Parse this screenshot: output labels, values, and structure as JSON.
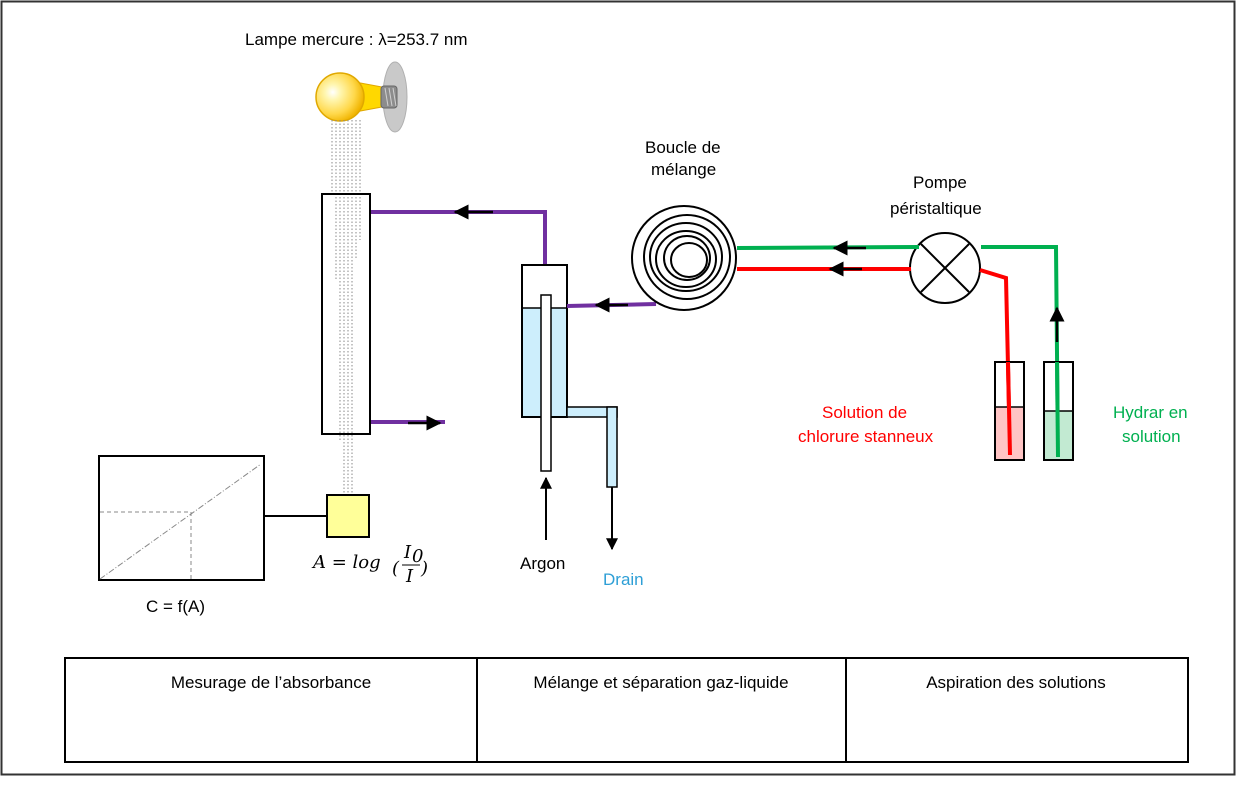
{
  "diagram": {
    "title": "Schéma de principe — spectrométrie d'absorption atomique à vapeur froide",
    "colors": {
      "frame": "#000000",
      "lamp_yellow": "#f9d423",
      "lamp_socket": "#9a9a9a",
      "purple_tube": "#7030a0",
      "green_tube": "#00b050",
      "red_tube": "#ff0000",
      "liquid_blue": "#cdeefc",
      "detector_yellow": "#ffff99",
      "red_liquid": "#ffc4c4",
      "green_liquid": "#c2ead2",
      "drain_text": "#2e9fd6"
    },
    "labels": {
      "lamp": "Lampe mercure : λ=253.7 nm",
      "mixing_loop_line1": "Boucle de",
      "mixing_loop_line2": "mélange",
      "pump_line1": "Pompe",
      "pump_line2": "péristaltique",
      "stannous_line1": "Solution de",
      "stannous_line2": "chlorure stanneux",
      "hydrar_line1": "Hydrar en",
      "hydrar_line2": "solution",
      "argon": "Argon",
      "drain": "Drain",
      "calibration": "C = f(A)",
      "absorbance_formula_lhs": "A = log",
      "absorbance_formula_num": "I",
      "absorbance_formula_num_sub": "0",
      "absorbance_formula_den": "I"
    },
    "sections": [
      {
        "title": "Mesurage de l’absorbance"
      },
      {
        "title": "Mélange et séparation gaz-liquide"
      },
      {
        "title": "Aspiration des solutions"
      }
    ]
  }
}
